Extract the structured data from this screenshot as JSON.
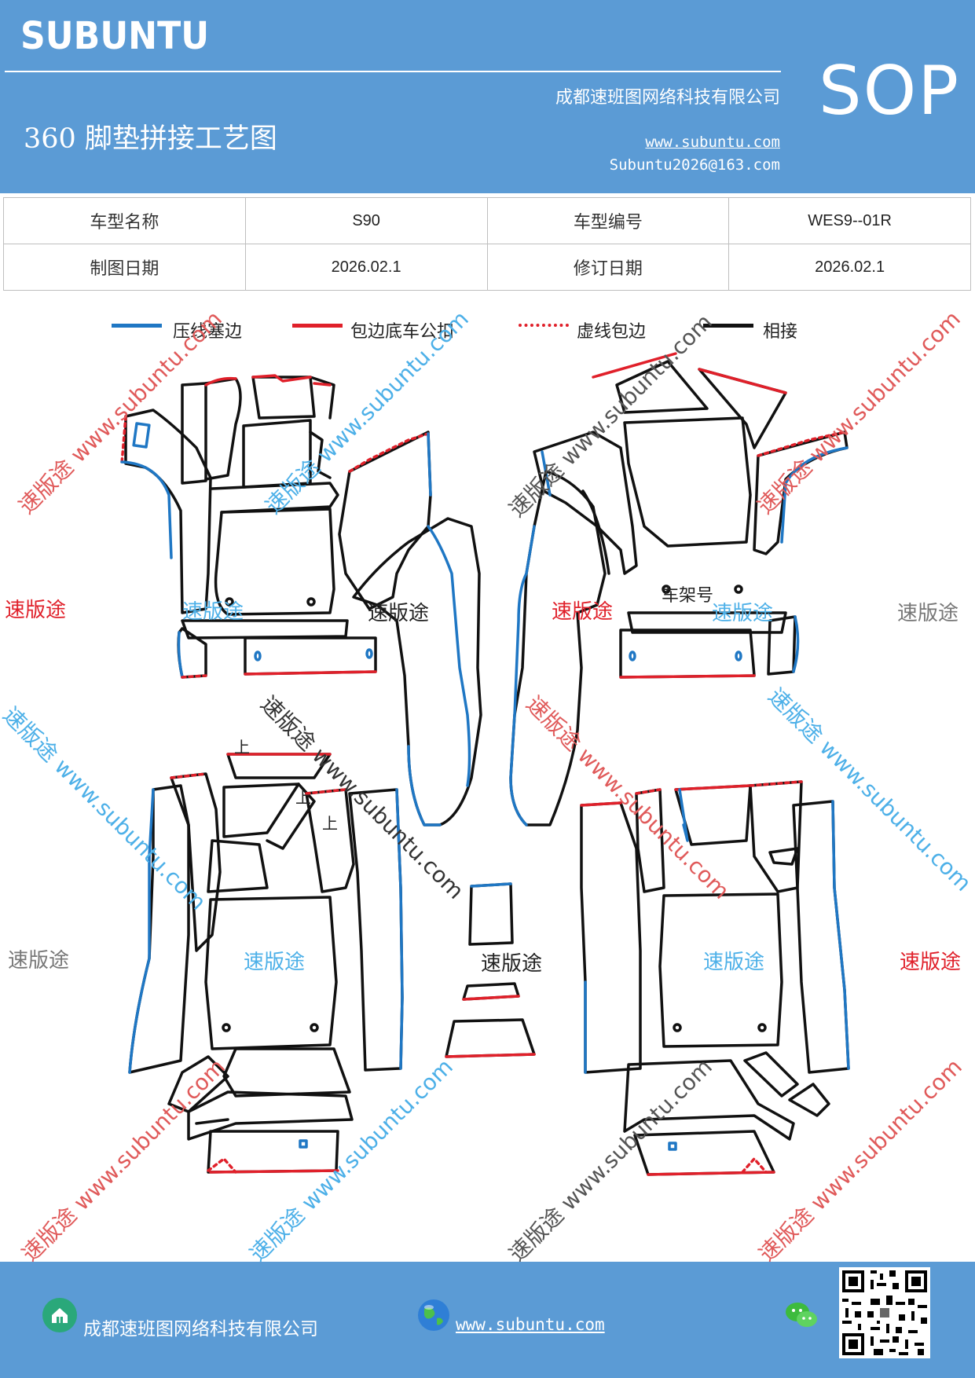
{
  "header": {
    "brand": "SUBUNTU",
    "doc_title": "360 脚垫拼接工艺图",
    "company": "成都速班图网络科技有限公司",
    "website": "www.subuntu.com",
    "email": "Subuntu2026@163.com",
    "badge": "SOP",
    "bg_color": "#5b9bd5"
  },
  "info_table": {
    "rows": [
      [
        "车型名称",
        "S90",
        "车型编号",
        "WES9--01R"
      ],
      [
        "制图日期",
        "2026.02.1",
        "修订日期",
        "2026.02.1"
      ]
    ]
  },
  "legend": [
    {
      "label": "压线塞边",
      "style": "solid",
      "color": "#1f77c4"
    },
    {
      "label": "包边底车公扣",
      "style": "solid",
      "color": "#e0202a"
    },
    {
      "label": "虚线包边",
      "style": "dotted",
      "color": "#e0202a"
    },
    {
      "label": "相接",
      "style": "solid",
      "color": "#111111"
    }
  ],
  "diagram": {
    "labels": {
      "frame_number": "车架号",
      "up_mark": "上"
    }
  },
  "watermarks": {
    "brand": "速版途",
    "diagonal": "速版途 www.subuntu.com"
  },
  "footer": {
    "company": "成都速班图网络科技有限公司",
    "website": "www.subuntu.com"
  },
  "icons": [
    "home-icon",
    "globe-icon",
    "wechat-icon",
    "qr-code"
  ]
}
